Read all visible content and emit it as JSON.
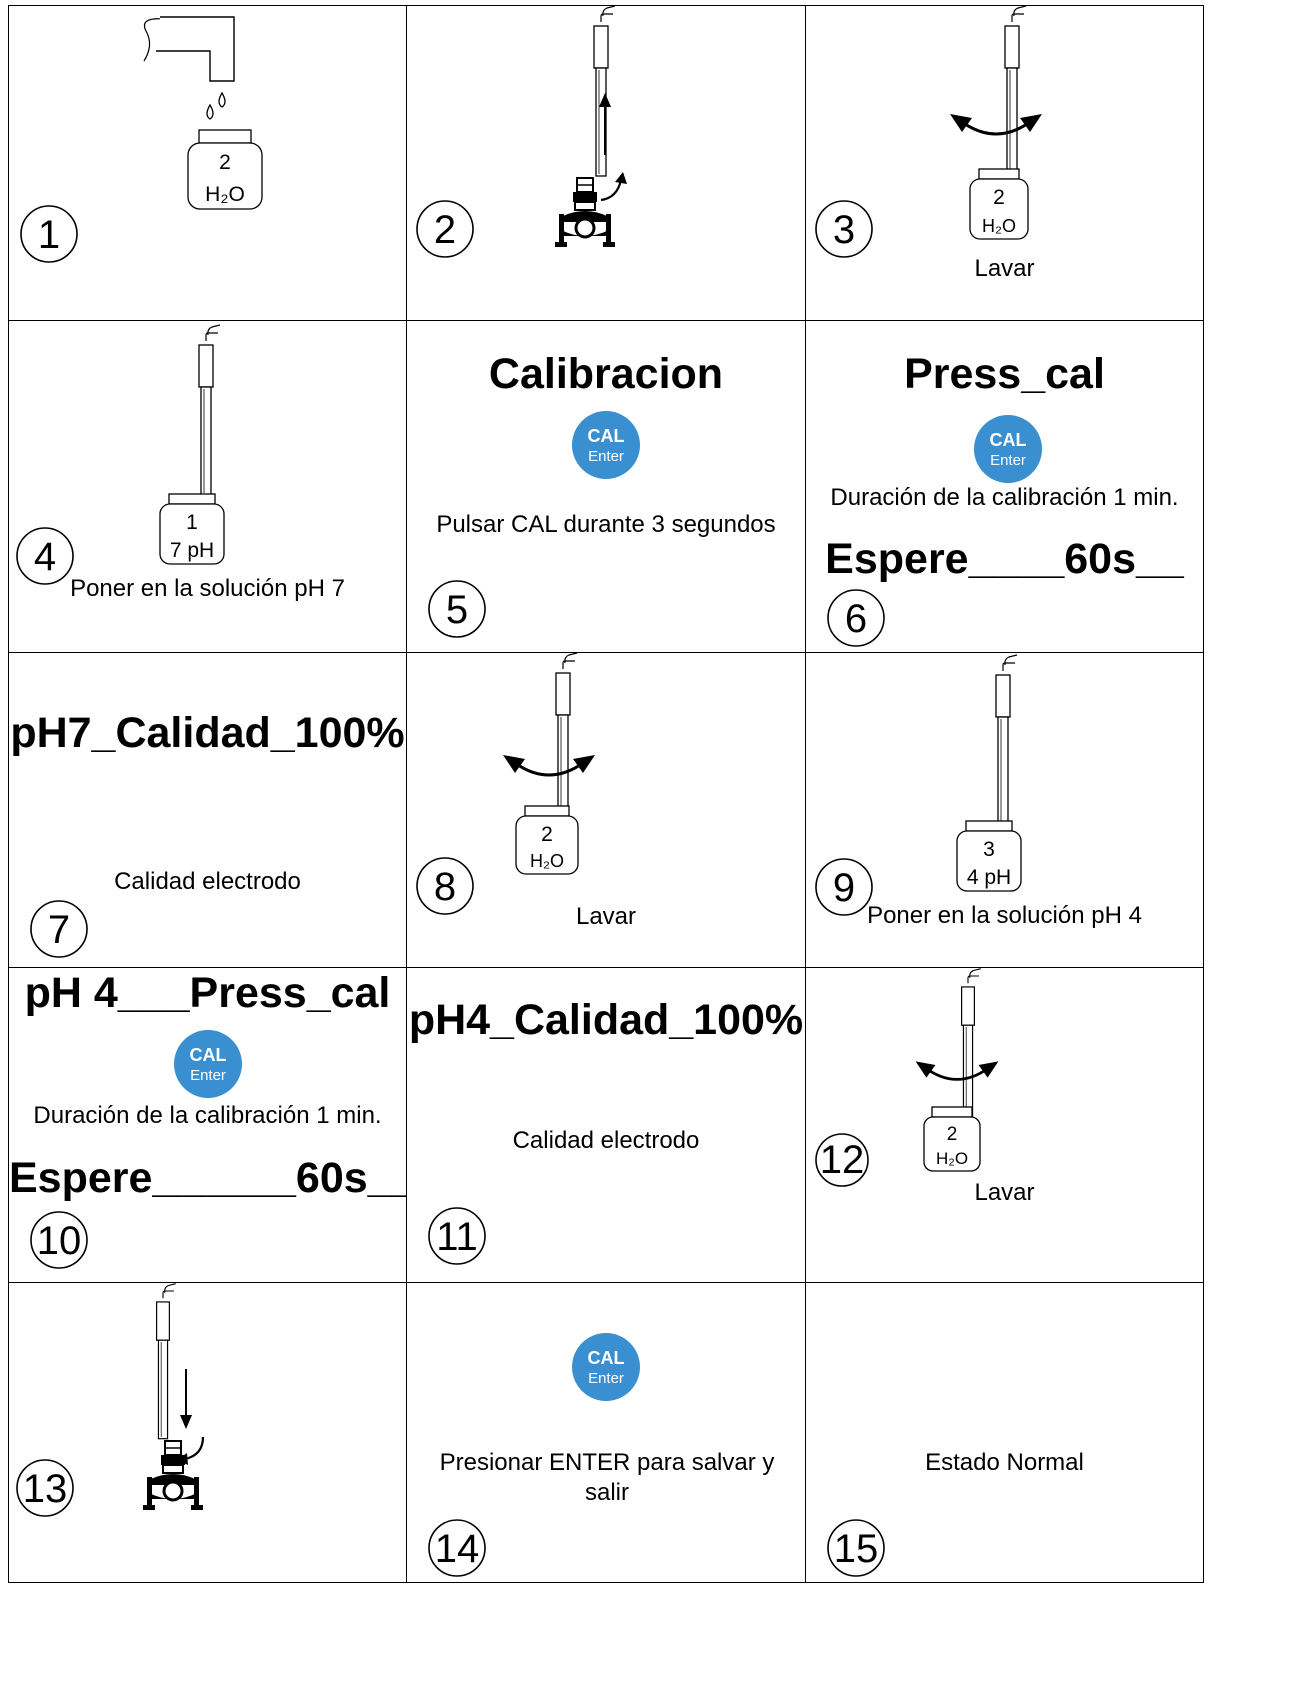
{
  "cal_button": {
    "line1": "CAL",
    "line2": "Enter"
  },
  "steps": [
    {
      "number": "1",
      "bottle": [
        "2",
        "H₂O"
      ]
    },
    {
      "number": "2"
    },
    {
      "number": "3",
      "bottle": [
        "2",
        "H₂O"
      ],
      "caption": "Lavar"
    },
    {
      "number": "4",
      "bottle": [
        "1",
        "7 pH"
      ],
      "caption": "Poner en la solución pH 7"
    },
    {
      "number": "5",
      "title": "Calibracion",
      "caption": "Pulsar CAL durante 3 segundos"
    },
    {
      "number": "6",
      "title": "Press_cal",
      "caption": "Duración de la calibración 1 min.",
      "status": "Espere____60s__"
    },
    {
      "number": "7",
      "title": "pH7_Calidad_100%",
      "caption": "Calidad electrodo"
    },
    {
      "number": "8",
      "bottle": [
        "2",
        "H₂O"
      ],
      "caption": "Lavar"
    },
    {
      "number": "9",
      "bottle": [
        "3",
        "4 pH"
      ],
      "caption": "Poner en la solución pH 4"
    },
    {
      "number": "10",
      "title": "pH 4___Press_cal",
      "caption": "Duración de la calibración 1 min.",
      "status": "Espere______60s__"
    },
    {
      "number": "11",
      "title": "pH4_Calidad_100%",
      "caption": "Calidad electrodo"
    },
    {
      "number": "12",
      "bottle": [
        "2",
        "H₂O"
      ],
      "caption": "Lavar"
    },
    {
      "number": "13"
    },
    {
      "number": "14",
      "caption": "Presionar ENTER para salvar y salir"
    },
    {
      "number": "15",
      "caption": "Estado Normal"
    }
  ]
}
